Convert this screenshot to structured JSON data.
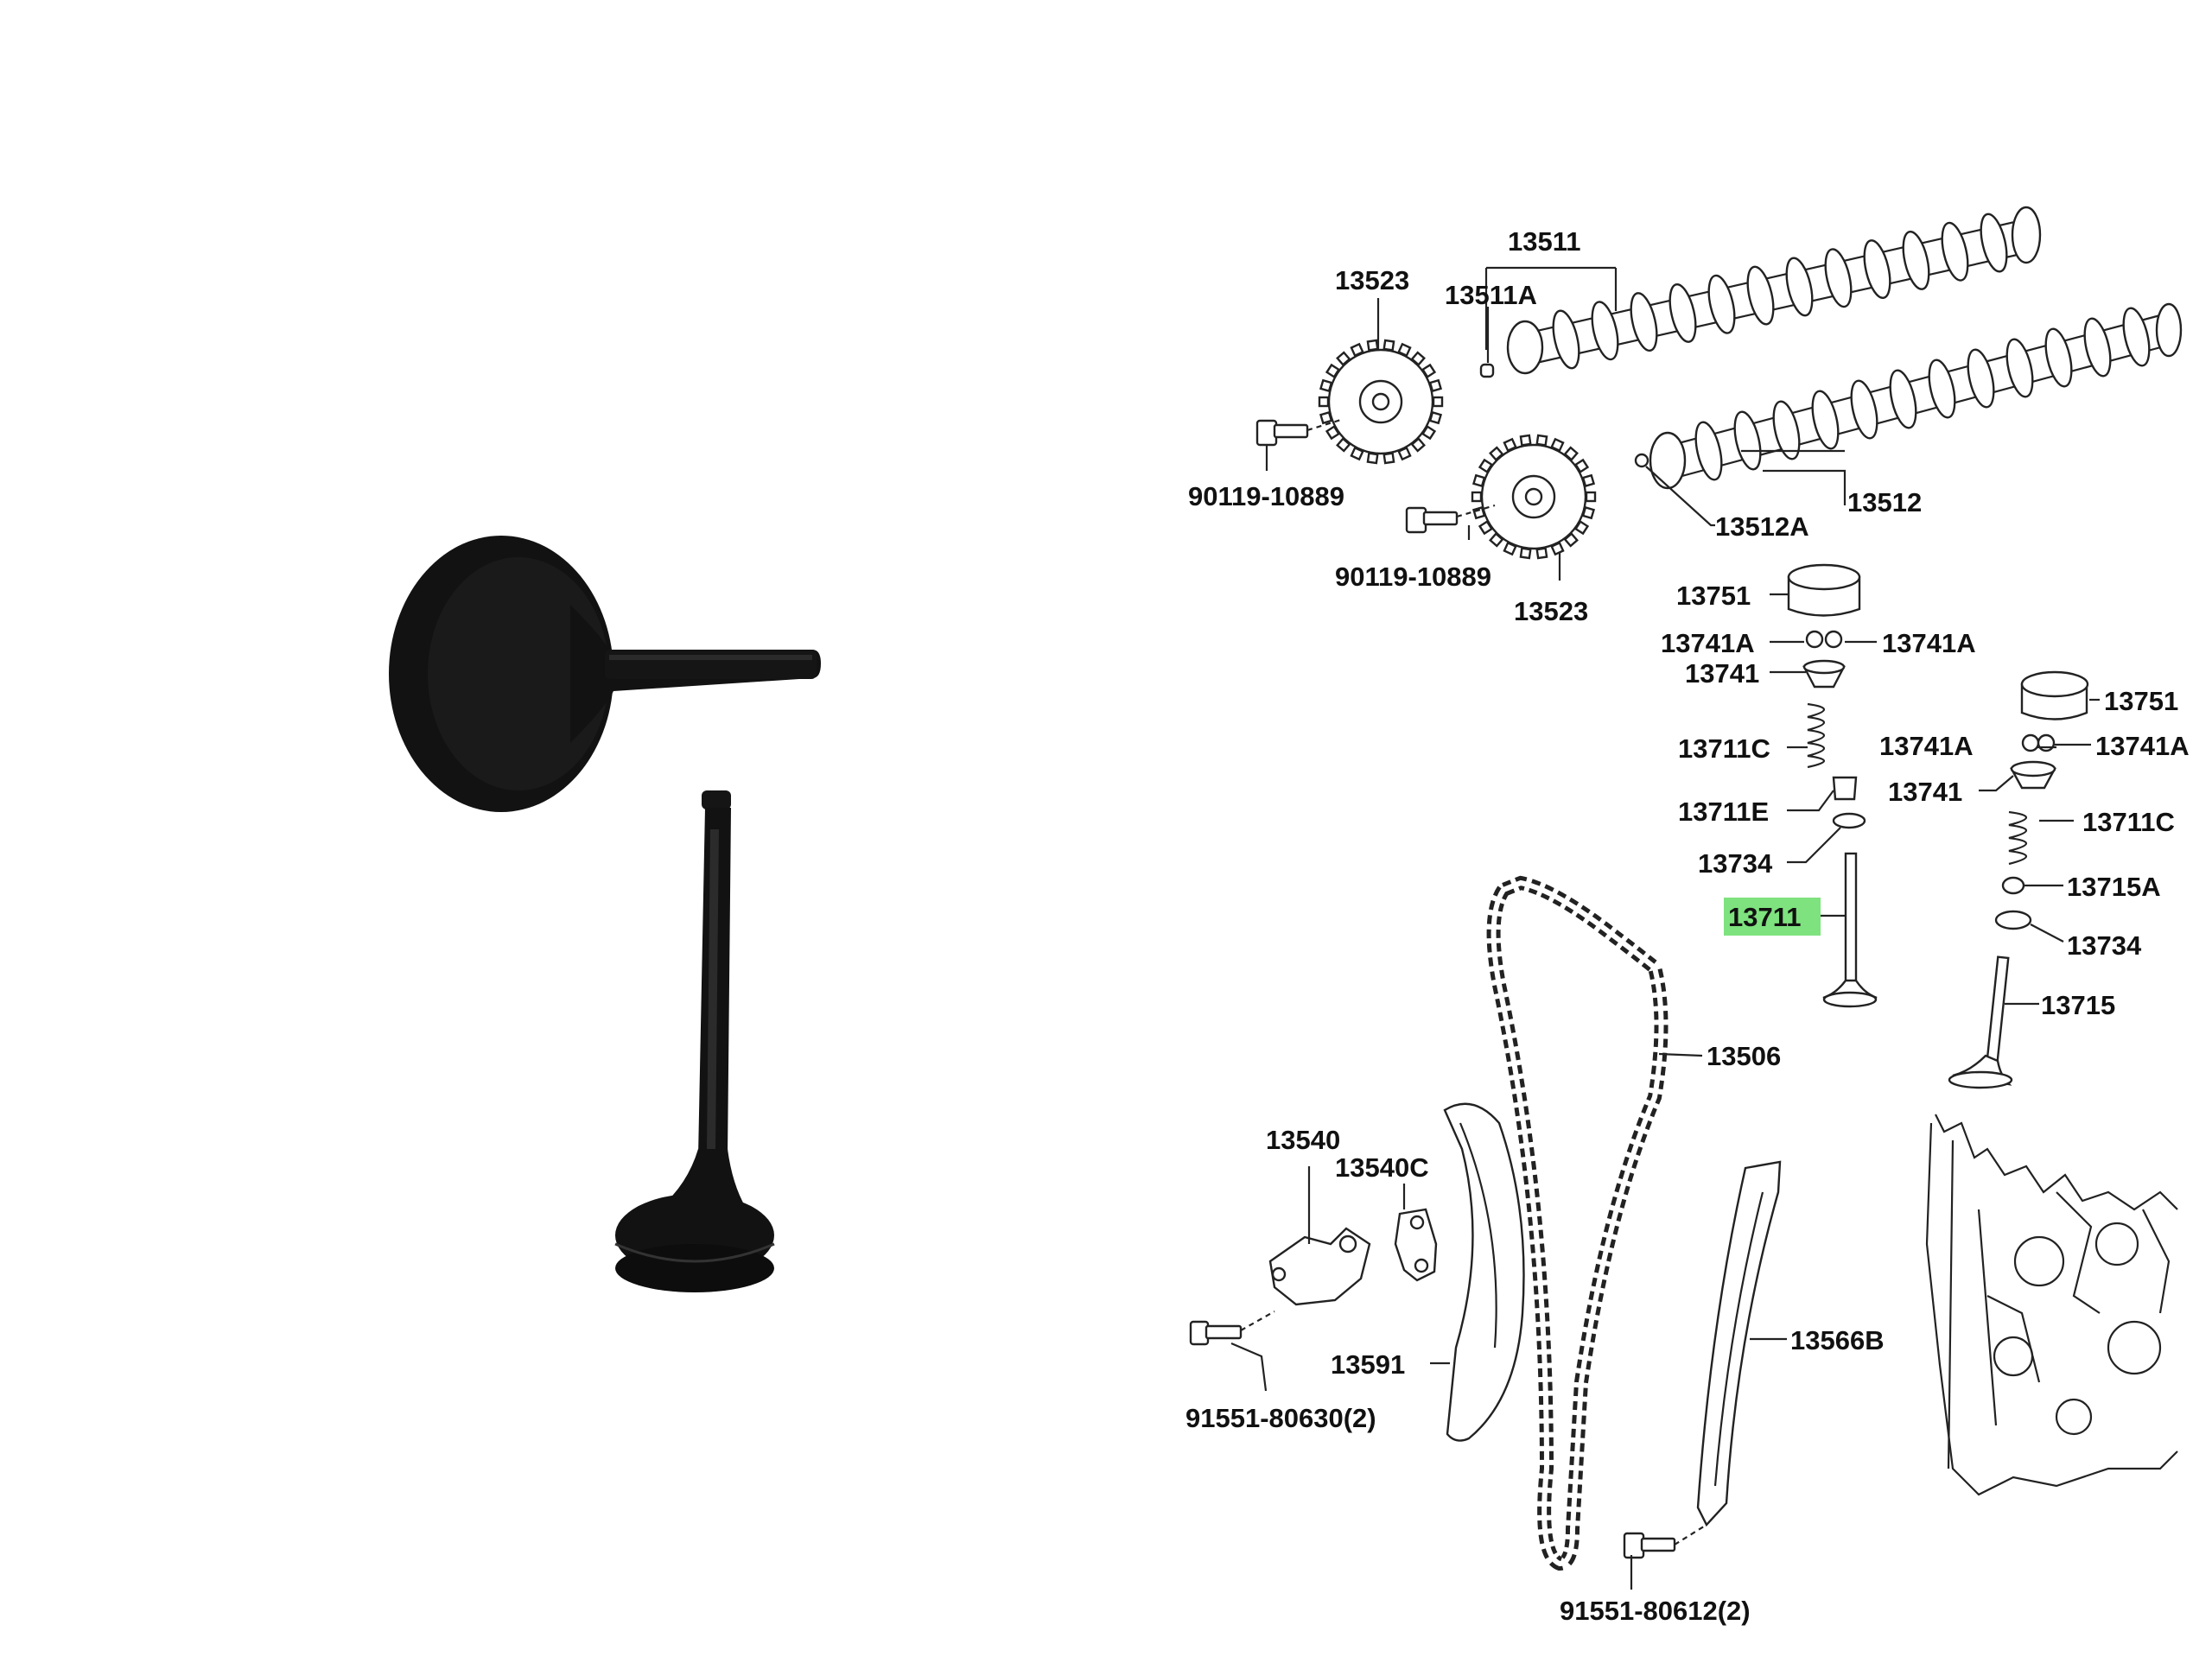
{
  "highlight_color": "#7ee27e",
  "photo": {
    "parts": [
      "intake-valve",
      "exhaust-valve"
    ],
    "color": "#121212"
  },
  "diagram": {
    "labels": {
      "p13511": "13511",
      "p13511A": "13511A",
      "p13523_top": "13523",
      "p90119_a": "90119-10889",
      "p90119_b": "90119-10889",
      "p13523_bot": "13523",
      "p13512": "13512",
      "p13512A": "13512A",
      "p13751_a": "13751",
      "p13741A_a": "13741A",
      "p13741A_b": "13741A",
      "p13741_a": "13741",
      "p13711C": "13711C",
      "p13711E": "13711E",
      "p13734_a": "13734",
      "p13711": "13711",
      "p13751_b": "13751",
      "p13741A_c": "13741A",
      "p13741A_d": "13741A",
      "p13741_b": "13741",
      "p13711C_b": "13711C",
      "p13715A": "13715A",
      "p13734_b": "13734",
      "p13715": "13715",
      "p13506": "13506",
      "p13540": "13540",
      "p13540C": "13540C",
      "p13591": "13591",
      "p13566B": "13566B",
      "p91551_a": "91551-80630(2)",
      "p91551_b": "91551-80612(2)"
    }
  }
}
